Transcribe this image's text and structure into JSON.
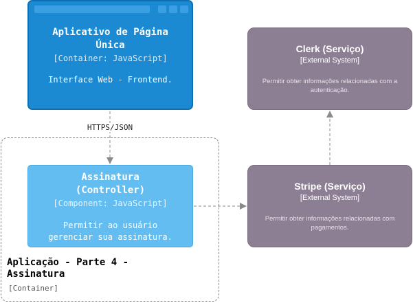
{
  "webapp": {
    "name_line1": "Aplicativo de Página",
    "name_line2": "Única",
    "type": "[Container: JavaScript]",
    "description": "Interface Web - Frontend."
  },
  "component": {
    "name_line1": "Assinatura",
    "name_line2": "(Controller)",
    "type": "[Component: JavaScript]",
    "description_line1": "Permitir ao usuário",
    "description_line2": "gerenciar sua assinatura."
  },
  "boundary": {
    "title_line1": "Aplicação - Parte 4 -",
    "title_line2": "Assinatura",
    "type": "[Container]"
  },
  "clerk": {
    "name": "Clerk (Serviço)",
    "type": "[External System]",
    "description_line1": "Permitir obter informações relacionadas com a",
    "description_line2": "autenticação."
  },
  "stripe": {
    "name": "Stripe (Serviço)",
    "type": "[External System]",
    "description_line1": "Permitir obter informações relacionadas com",
    "description_line2": "pagamentos."
  },
  "edges": {
    "webapp_to_component": "HTTPS/JSON"
  },
  "colors": {
    "container": "#1b8ad2",
    "component": "#63bdf1",
    "external_system": "#8c7f93",
    "edge": "#8a8a8a"
  }
}
